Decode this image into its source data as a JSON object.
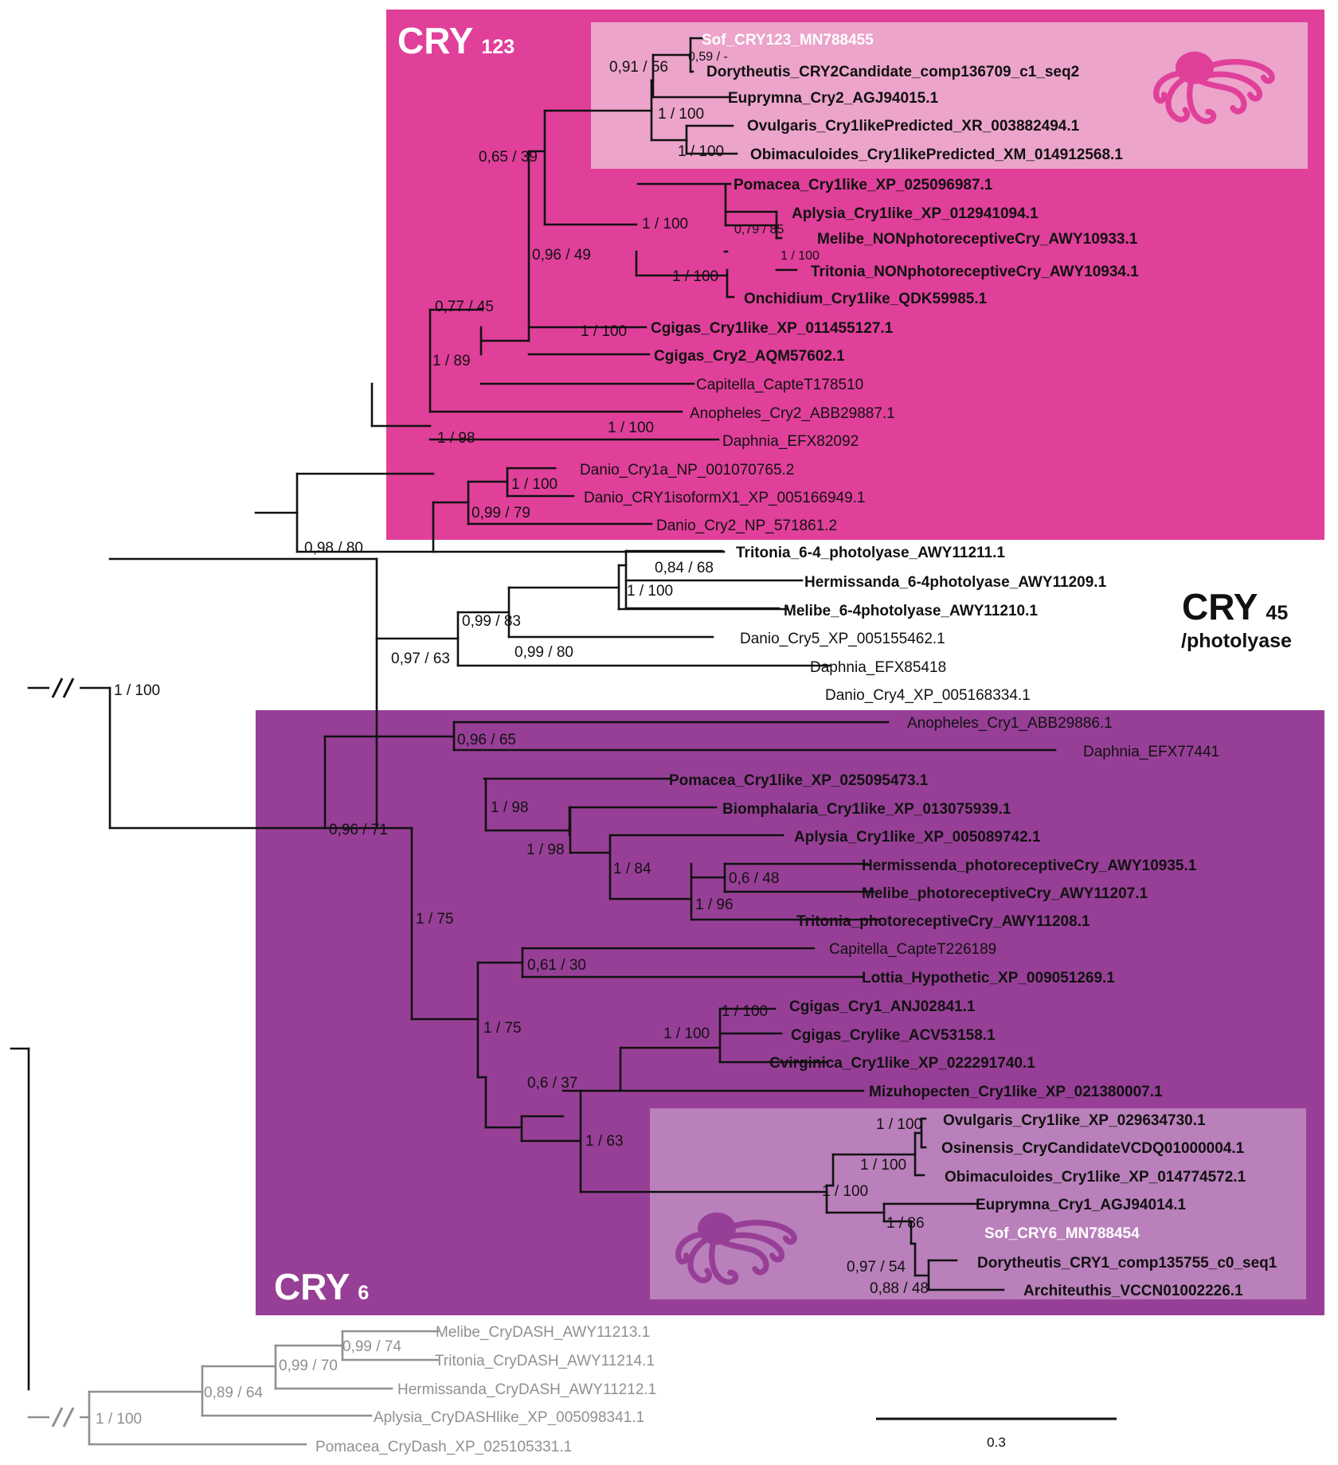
{
  "colors": {
    "cry123_bg": "#e0409a",
    "cry123_inner": "#eca4cb",
    "cry6_bg": "#973f96",
    "cry6_inner": "#ba80bb",
    "octopus_pink": "#e0409a",
    "octopus_purple": "#973f96",
    "tree_black": "#111111",
    "tree_grey": "#909090",
    "white": "#ffffff"
  },
  "groups": {
    "cry123": {
      "main": "CRY",
      "sub": "123"
    },
    "cry45": {
      "main": "CRY",
      "sub": "45",
      "note": "/photolyase"
    },
    "cry6": {
      "main": "CRY",
      "sub": "6"
    }
  },
  "scale_bar": {
    "label": "0.3"
  },
  "icons": [
    "octopus-icon"
  ],
  "taxa": [
    {
      "id": "t_sof123",
      "label": "Sof_CRY123_MN788455",
      "style": "white"
    },
    {
      "id": "t_dory2",
      "label": "Dorytheutis_CRY2Candidate_comp136709_c1_seq2",
      "style": "bold"
    },
    {
      "id": "t_eup2",
      "label": "Euprymna_Cry2_AGJ94015.1",
      "style": "bold"
    },
    {
      "id": "t_ovu1l",
      "label": "Ovulgaris_Cry1likePredicted_XR_003882494.1",
      "style": "bold"
    },
    {
      "id": "t_obi1l",
      "label": "Obimaculoides_Cry1likePredicted_XM_014912568.1",
      "style": "bold"
    },
    {
      "id": "t_pom1l",
      "label": "Pomacea_Cry1like_XP_025096987.1",
      "style": "bold"
    },
    {
      "id": "t_apl1l",
      "label": "Aplysia_Cry1like_XP_012941094.1",
      "style": "bold"
    },
    {
      "id": "t_melnp",
      "label": "Melibe_NONphotoreceptiveCry_AWY10933.1",
      "style": "bold"
    },
    {
      "id": "t_trinp",
      "label": "Tritonia_NONphotoreceptiveCry_AWY10934.1",
      "style": "bold"
    },
    {
      "id": "t_onc1l",
      "label": "Onchidium_Cry1like_QDK59985.1",
      "style": "bold"
    },
    {
      "id": "t_cgi1l",
      "label": "Cgigas_Cry1like_XP_011455127.1",
      "style": "bold"
    },
    {
      "id": "t_cgi2",
      "label": "Cgigas_Cry2_AQM57602.1",
      "style": "bold"
    },
    {
      "id": "t_cap1",
      "label": "Capitella_CapteT178510",
      "style": "normal"
    },
    {
      "id": "t_ano2",
      "label": "Anopheles_Cry2_ABB29887.1",
      "style": "normal"
    },
    {
      "id": "t_dap1",
      "label": "Daphnia_EFX82092",
      "style": "normal"
    },
    {
      "id": "t_dan1a",
      "label": "Danio_Cry1a_NP_001070765.2",
      "style": "normal"
    },
    {
      "id": "t_dan1x",
      "label": "Danio_CRY1isoformX1_XP_005166949.1",
      "style": "normal"
    },
    {
      "id": "t_dan2",
      "label": "Danio_Cry2_NP_571861.2",
      "style": "normal"
    },
    {
      "id": "t_tri64",
      "label": "Tritonia_6-4_photolyase_AWY11211.1",
      "style": "bold"
    },
    {
      "id": "t_her64",
      "label": "Hermissanda_6-4photolyase_AWY11209.1",
      "style": "bold"
    },
    {
      "id": "t_mel64",
      "label": "Melibe_6-4photolyase_AWY11210.1",
      "style": "bold"
    },
    {
      "id": "t_dan5",
      "label": "Danio_Cry5_XP_005155462.1",
      "style": "normal"
    },
    {
      "id": "t_dap2",
      "label": "Daphnia_EFX85418",
      "style": "normal"
    },
    {
      "id": "t_dan4",
      "label": "Danio_Cry4_XP_005168334.1",
      "style": "normal"
    },
    {
      "id": "t_ano1",
      "label": "Anopheles_Cry1_ABB29886.1",
      "style": "normal"
    },
    {
      "id": "t_dap3",
      "label": "Daphnia_EFX77441",
      "style": "normal"
    },
    {
      "id": "t_pom6",
      "label": "Pomacea_Cry1like_XP_025095473.1",
      "style": "bold"
    },
    {
      "id": "t_bio6",
      "label": "Biomphalaria_Cry1like_XP_013075939.1",
      "style": "bold"
    },
    {
      "id": "t_apl6",
      "label": "Aplysia_Cry1like_XP_005089742.1",
      "style": "bold"
    },
    {
      "id": "t_herp",
      "label": "Hermissenda_photoreceptiveCry_AWY10935.1",
      "style": "bold"
    },
    {
      "id": "t_melp",
      "label": "Melibe_photoreceptiveCry_AWY11207.1",
      "style": "bold"
    },
    {
      "id": "t_trip",
      "label": "Tritonia_photoreceptiveCry_AWY11208.1",
      "style": "bold"
    },
    {
      "id": "t_cap2",
      "label": "Capitella_CapteT226189",
      "style": "normal"
    },
    {
      "id": "t_lot",
      "label": "Lottia_Hypothetic_XP_009051269.1",
      "style": "bold"
    },
    {
      "id": "t_cgi6a",
      "label": "Cgigas_Cry1_ANJ02841.1",
      "style": "bold"
    },
    {
      "id": "t_cgi6b",
      "label": "Cgigas_Crylike_ACV53158.1",
      "style": "bold"
    },
    {
      "id": "t_cvi",
      "label": "Cvirginica_Cry1like_XP_022291740.1",
      "style": "bold"
    },
    {
      "id": "t_miz",
      "label": "Mizuhopecten_Cry1like_XP_021380007.1",
      "style": "bold"
    },
    {
      "id": "t_ovu6",
      "label": "Ovulgaris_Cry1like_XP_029634730.1",
      "style": "bold"
    },
    {
      "id": "t_osi6",
      "label": "Osinensis_CryCandidateVCDQ01000004.1",
      "style": "bold"
    },
    {
      "id": "t_obi6",
      "label": "Obimaculoides_Cry1like_XP_014774572.1",
      "style": "bold"
    },
    {
      "id": "t_eup6",
      "label": "Euprymna_Cry1_AGJ94014.1",
      "style": "bold"
    },
    {
      "id": "t_sof6",
      "label": "Sof_CRY6_MN788454",
      "style": "white"
    },
    {
      "id": "t_dory6",
      "label": "Dorytheutis_CRY1_comp135755_c0_seq1",
      "style": "bold"
    },
    {
      "id": "t_arc6",
      "label": "Architeuthis_VCCN01002226.1",
      "style": "bold"
    },
    {
      "id": "t_meld",
      "label": "Melibe_CryDASH_AWY11213.1",
      "style": "grey"
    },
    {
      "id": "t_trid",
      "label": "Tritonia_CryDASH_AWY11214.1",
      "style": "grey"
    },
    {
      "id": "t_herd",
      "label": "Hermissanda_CryDASH_AWY11212.1",
      "style": "grey"
    },
    {
      "id": "t_apld",
      "label": "Aplysia_CryDASHlike_XP_005098341.1",
      "style": "grey"
    },
    {
      "id": "t_pomd",
      "label": "Pomacea_CryDash_XP_025105331.1",
      "style": "grey"
    }
  ],
  "supports": [
    {
      "id": "s_sof_dory",
      "label": "0,59 / -"
    },
    {
      "id": "s_sof_eup",
      "label": "0,91 / 56"
    },
    {
      "id": "s_octo_1",
      "label": "1 / 100"
    },
    {
      "id": "s_octo_2",
      "label": "1 / 100"
    },
    {
      "id": "s_ceph",
      "label": "0,65 / 39"
    },
    {
      "id": "s_gast",
      "label": "1 / 100"
    },
    {
      "id": "s_mel_tri",
      "label": "1 / 100"
    },
    {
      "id": "s_apl_nud",
      "label": "0,79 / 85"
    },
    {
      "id": "s_hetero",
      "label": "1 / 100"
    },
    {
      "id": "s_moll",
      "label": "0,96 / 49"
    },
    {
      "id": "s_cgigas",
      "label": "1 / 100"
    },
    {
      "id": "s_lopho",
      "label": "0,77 / 45"
    },
    {
      "id": "s_arthro",
      "label": "1 / 100"
    },
    {
      "id": "s_proto",
      "label": "1 / 89"
    },
    {
      "id": "s_cry123",
      "label": "1 / 98"
    },
    {
      "id": "s_danio1",
      "label": "1 / 100"
    },
    {
      "id": "s_danio",
      "label": "0,99 / 79"
    },
    {
      "id": "s_cry_all",
      "label": "0,98 / 80"
    },
    {
      "id": "s_her_tri",
      "label": "0,84 / 68"
    },
    {
      "id": "s_nud64",
      "label": "1 / 100"
    },
    {
      "id": "s_64",
      "label": "0,99 / 83"
    },
    {
      "id": "s_d5_dap",
      "label": "0,99 / 80"
    },
    {
      "id": "s_cry45",
      "label": "0,97 / 63"
    },
    {
      "id": "s_root",
      "label": "1 / 100"
    },
    {
      "id": "s_ano_dap",
      "label": "0,96 / 65"
    },
    {
      "id": "s_cry6",
      "label": "0,96 / 71"
    },
    {
      "id": "s_pom_bio",
      "label": "1 / 98"
    },
    {
      "id": "s_bio_grp",
      "label": "1 / 98"
    },
    {
      "id": "s_apl_grp",
      "label": "1 / 84"
    },
    {
      "id": "s_her_mel",
      "label": "0,6 / 48"
    },
    {
      "id": "s_nudp",
      "label": "1 / 96"
    },
    {
      "id": "s_cap_lot",
      "label": "0,61 / 30"
    },
    {
      "id": "s_moll6",
      "label": "1 / 75"
    },
    {
      "id": "s_cgigas6",
      "label": "1 / 100"
    },
    {
      "id": "s_ostreid",
      "label": "1 / 100"
    },
    {
      "id": "s_biv_ceph",
      "label": "1 / 75"
    },
    {
      "id": "s_miz_ceph",
      "label": "0,6 / 37"
    },
    {
      "id": "s_ceph6",
      "label": "1 / 63"
    },
    {
      "id": "s_octo6a",
      "label": "1 / 100"
    },
    {
      "id": "s_octo6b",
      "label": "1 / 100"
    },
    {
      "id": "s_decap6",
      "label": "1 / 100"
    },
    {
      "id": "s_eup_grp",
      "label": "1 / 86"
    },
    {
      "id": "s_sof_grp",
      "label": "0,97 / 54"
    },
    {
      "id": "s_dory_arc",
      "label": "0,88 / 48"
    },
    {
      "id": "s_mel_trid",
      "label": "0,99 / 74"
    },
    {
      "id": "s_nuddash",
      "label": "0,99 / 70"
    },
    {
      "id": "s_apl_dash",
      "label": "0,89 / 64"
    },
    {
      "id": "s_dash",
      "label": "1 / 100"
    }
  ]
}
